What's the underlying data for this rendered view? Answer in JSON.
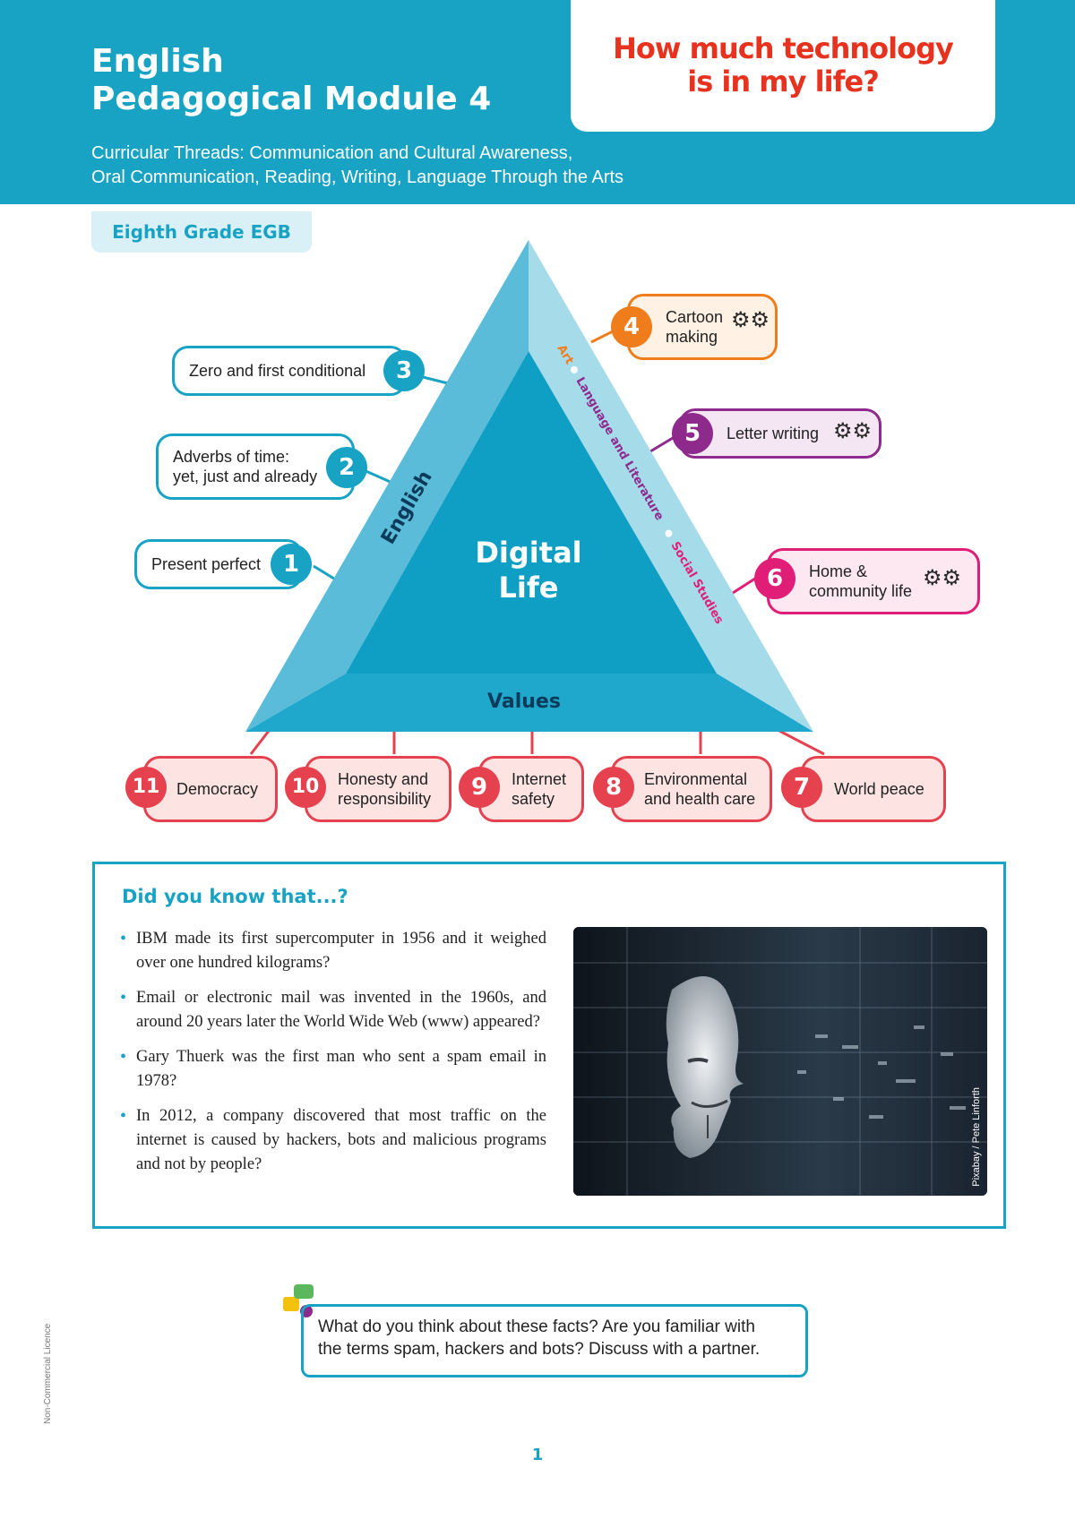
{
  "header": {
    "title_line1": "English",
    "title_line2": "Pedagogical Module 4",
    "threads_line1": "Curricular Threads: Communication and Cultural Awareness,",
    "threads_line2": "Oral Communication, Reading, Writing, Language Through the Arts",
    "question_line1": "How much technology",
    "question_line2": "is in my life?"
  },
  "grade": "Eighth Grade EGB",
  "diagram": {
    "center_line1": "Digital",
    "center_line2": "Life",
    "left_side": "English",
    "right_side_art": "Art",
    "right_side_lang": "Language and Literature",
    "right_side_social": "Social Studies",
    "base": "Values",
    "english_topics": [
      {
        "num": "1",
        "label": "Present perfect"
      },
      {
        "num": "2",
        "line1": "Adverbs of time:",
        "line2": "yet, just and already"
      },
      {
        "num": "3",
        "label": "Zero and first conditional"
      }
    ],
    "interdisciplinary": [
      {
        "num": "4",
        "line1": "Cartoon",
        "line2": "making",
        "icon": "gears-icon"
      },
      {
        "num": "5",
        "label": "Letter writing",
        "icon": "gears-icon"
      },
      {
        "num": "6",
        "line1": "Home &",
        "line2": "community life",
        "icon": "gears-icon"
      }
    ],
    "values": [
      {
        "num": "11",
        "label": "Democracy"
      },
      {
        "num": "10",
        "line1": "Honesty and",
        "line2": "responsibility"
      },
      {
        "num": "9",
        "line1": "Internet",
        "line2": "safety"
      },
      {
        "num": "8",
        "line1": "Environmental",
        "line2": "and health care"
      },
      {
        "num": "7",
        "label": "World peace"
      }
    ]
  },
  "did_you_know": {
    "title": "Did you know that...?",
    "facts": [
      "IBM made its first supercomputer in 1956 and it weighed over one hundred kilograms?",
      "Email or electronic mail was invented in the 1960s, and around 20 years later the World Wide Web (www) appeared?",
      "Gary Thuerk was the first man who sent a spam email in 1978?",
      "In 2012, a company discovered that most traffic on the internet is caused by hackers, bots and malicious programs and not by people?"
    ],
    "photo_credit": "Pixabay / Pete Linforth"
  },
  "discussion": {
    "line1": "What do you think about these facts? Are you familiar with",
    "line2": "the terms spam, hackers and bots? Discuss with a partner."
  },
  "licence": "Non-Commercial Licence",
  "page_number": "1"
}
